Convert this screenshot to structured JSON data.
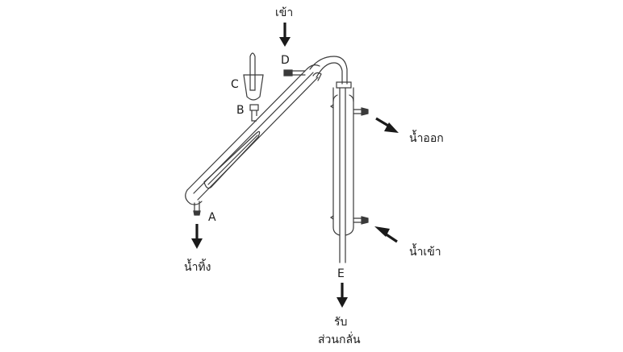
{
  "labels": {
    "inlet_top": "เข้า",
    "A": "A",
    "B": "B",
    "C": "C",
    "D": "D",
    "E": "E",
    "water_out": "น้ำออก",
    "water_in": "น้ำเข้า",
    "waste": "น้ำทิ้ง",
    "receive_line1": "รับ",
    "receive_line2": "ส่วนกลั่น"
  },
  "colors": {
    "ink": "#1a1a1a",
    "glass": "#3a3a3a"
  }
}
